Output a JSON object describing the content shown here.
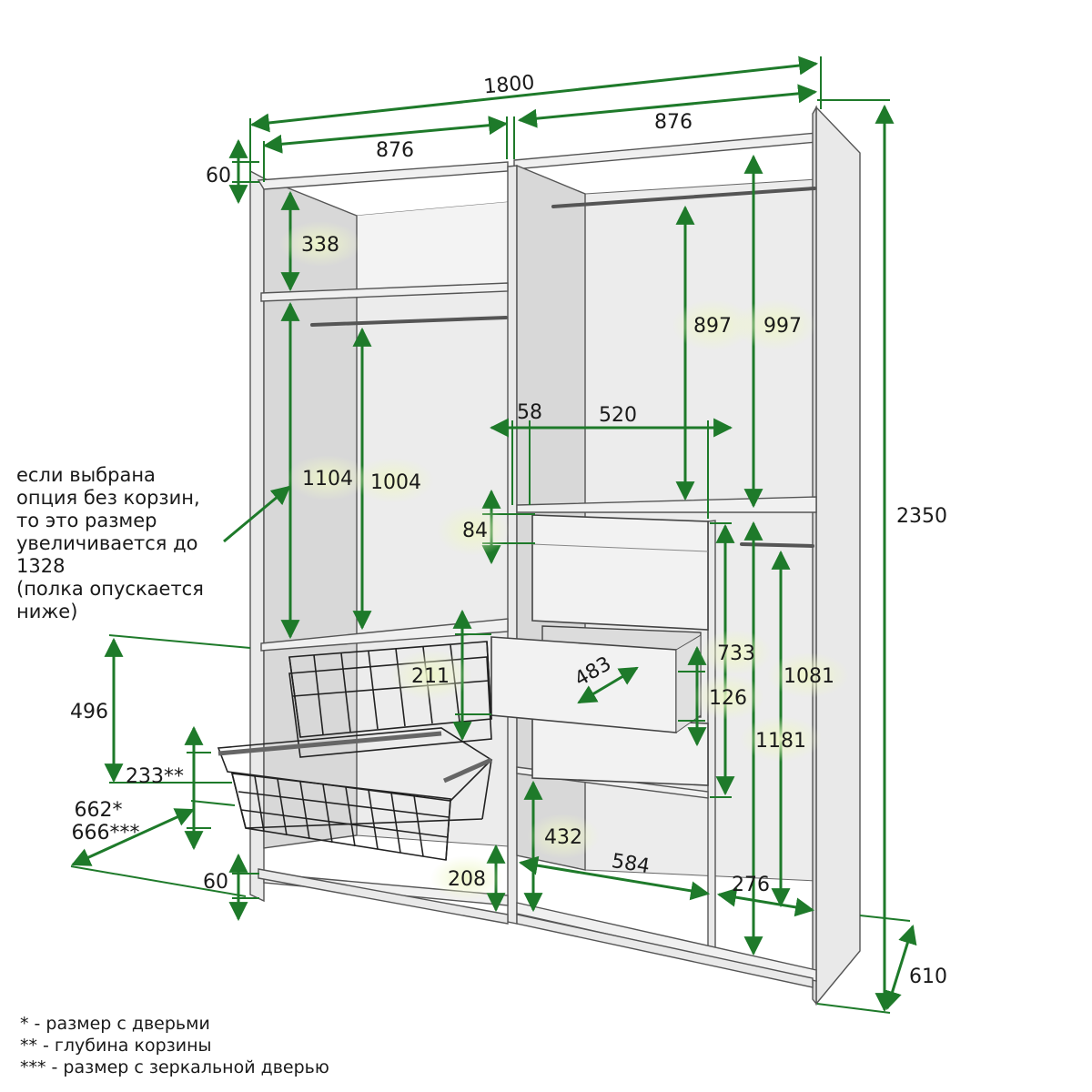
{
  "dimensions": {
    "total_width": "1800",
    "section_left_width": "876",
    "section_right_width": "876",
    "top_offset": "60",
    "top_compartment": "338",
    "left_hanging_outer": "1104",
    "left_hanging_inner": "1004",
    "right_upper_inner": "897",
    "right_upper_outer": "997",
    "side_gap": "58",
    "shelf_depth": "520",
    "drawer_top_gap": "84",
    "drawer_pull_depth": "483",
    "basket_gap": "211",
    "drawer_block": "733",
    "drawer_height": "126",
    "right_hanging_inner": "1081",
    "right_hanging_outer": "1181",
    "basket_zone": "496",
    "basket_depth": "233**",
    "depth_with_doors": "662*",
    "depth_with_mirror": "666***",
    "bottom_offset": "60",
    "plinth_compartment": "208",
    "lower_compartment": "432",
    "lower_width": "584",
    "narrow_width": "276",
    "total_height": "2350",
    "total_depth": "610"
  },
  "note": {
    "line1": "если выбрана",
    "line2": "опция без корзин,",
    "line3": "то это размер",
    "line4": "увеличивается до",
    "line5": "1328",
    "line6": "(полка опускается",
    "line7": "ниже)"
  },
  "footnotes": {
    "f1": "* - размер с дверьми",
    "f2": "** - глубина корзины",
    "f3": "*** - размер с зеркальной дверью"
  },
  "colors": {
    "dimension_green": "#1e7a2a",
    "panel": "#e9e9e9",
    "outline": "#555555"
  }
}
